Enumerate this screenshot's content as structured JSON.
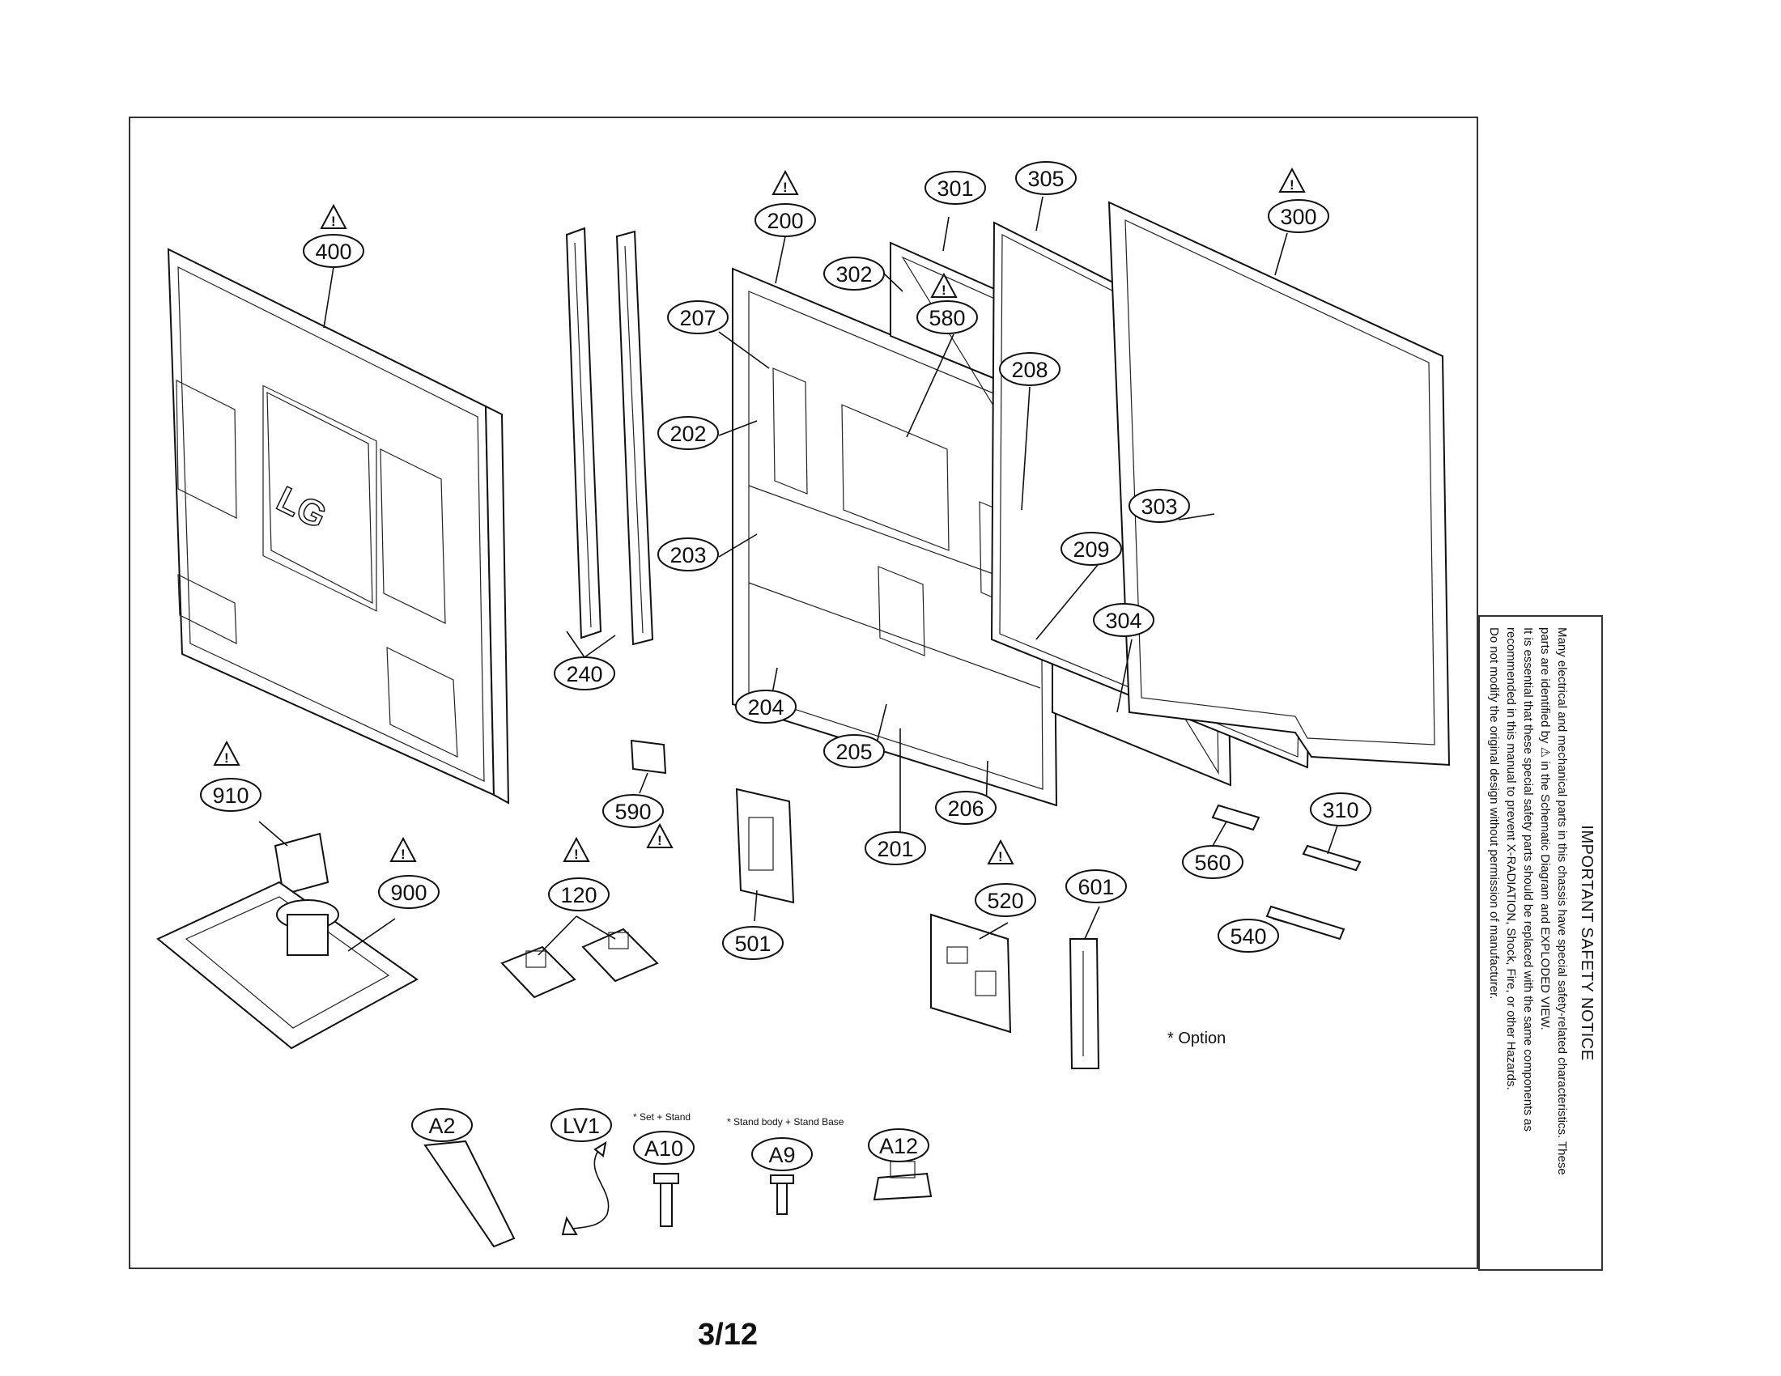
{
  "callouts": {
    "c400": "400",
    "c240": "240",
    "c200": "200",
    "c207": "207",
    "c202": "202",
    "c203": "203",
    "c204": "204",
    "c205": "205",
    "c206": "206",
    "c201": "201",
    "c301": "301",
    "c302": "302",
    "c305": "305",
    "c580": "580",
    "c208": "208",
    "c303": "303",
    "c209": "209",
    "c304": "304",
    "c300": "300",
    "c910": "910",
    "c900": "900",
    "c120": "120",
    "c590": "590",
    "c501": "501",
    "c520": "520",
    "c601": "601",
    "c560": "560",
    "c310": "310",
    "c540": "540",
    "cA2": "A2",
    "cLV1": "LV1",
    "cA10": "A10",
    "cA9": "A9",
    "cA12": "A12"
  },
  "notes": {
    "set_stand": "* Set + Stand",
    "stand_body_base": "* Stand body + Stand Base",
    "option": "* Option"
  },
  "logo_text": "LG",
  "warning_symbol": "!",
  "safety_notice": {
    "title": "IMPORTANT SAFETY NOTICE",
    "lines": [
      "Many electrical and mechanical parts in this chassis have special safety-related characteristics. These",
      "parts are identified by ⚠ in the Schematic Diagram and EXPLODED VIEW.",
      "It is essential that these special safety parts should be replaced with the same components as",
      "recommended in this manual to prevent X-RADIATION, Shock, Fire, or other Hazards.",
      "Do not modify the original design without permission of manufacturer."
    ]
  },
  "page_number": "3/12"
}
